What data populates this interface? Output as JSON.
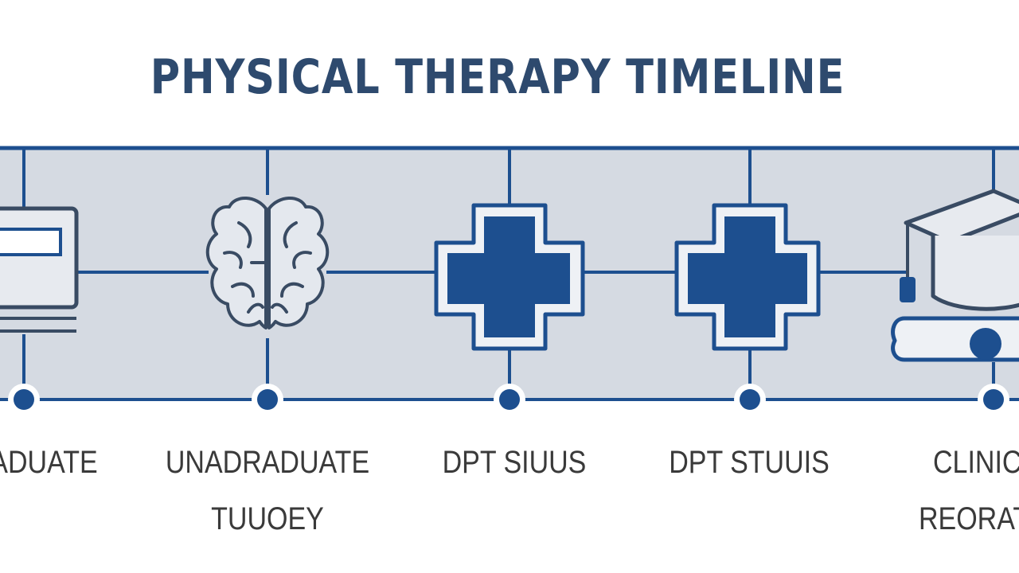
{
  "title": "PHYSICAL THERAPY TIMELINE",
  "colors": {
    "primary": "#1d4f8f",
    "title": "#2e4a6e",
    "panel": "#d5dae2",
    "outline": "#394b63",
    "label": "#3a3a3a"
  },
  "stages": [
    {
      "icon": "document-icon",
      "lines": [
        "ADUATE"
      ]
    },
    {
      "icon": "brain-icon",
      "lines": [
        "UNADRADUATE",
        "TUUOEY"
      ]
    },
    {
      "icon": "medical-cross-icon",
      "lines": [
        "DPT SIUUS"
      ]
    },
    {
      "icon": "medical-cross-icon",
      "lines": [
        "DPT STUUIS"
      ]
    },
    {
      "icon": "graduation-cap-diploma-icon",
      "lines": [
        "CLINIC",
        "REORAT"
      ]
    }
  ]
}
